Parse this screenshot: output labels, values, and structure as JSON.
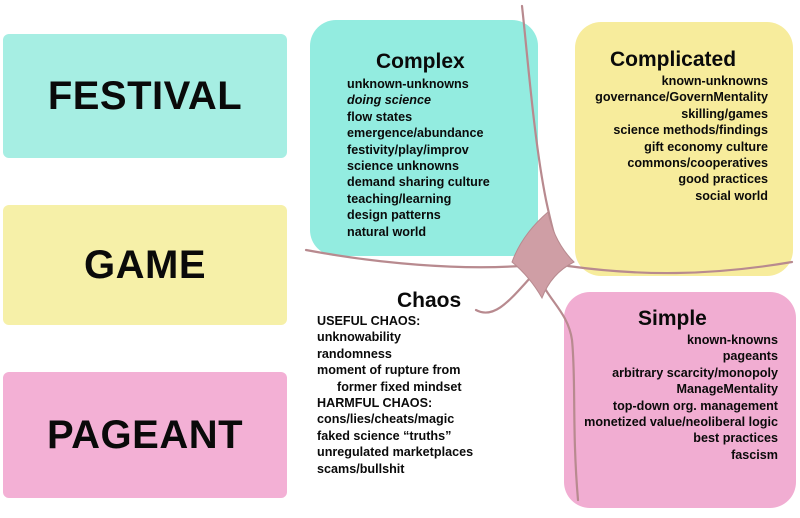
{
  "left_labels": {
    "festival": "FESTIVAL",
    "game": "GAME",
    "pageant": "PAGEANT"
  },
  "domains": {
    "complex": {
      "title": "Complex",
      "items": [
        "unknown-unknowns",
        "doing science",
        "flow states",
        "emergence/abundance",
        "festivity/play/improv",
        "science unknowns",
        "demand sharing culture",
        "teaching/learning",
        "design patterns",
        "natural world"
      ]
    },
    "complicated": {
      "title": "Complicated",
      "items": [
        "known-unknowns",
        "governance/GovernMentality",
        "skilling/games",
        "science methods/findings",
        "gift economy culture",
        "commons/cooperatives",
        "good practices",
        "social world"
      ]
    },
    "chaos": {
      "title": "Chaos",
      "items": [
        "USEFUL CHAOS:",
        "unknowability",
        "randomness",
        "moment of rupture from",
        "former fixed mindset",
        "HARMFUL CHAOS:",
        "cons/lies/cheats/magic",
        "faked science “truths”",
        "unregulated marketplaces",
        "scams/bullshit"
      ]
    },
    "simple": {
      "title": "Simple",
      "items": [
        "known-knowns",
        "pageants",
        "arbitrary scarcity/monopoly",
        "ManageMentality",
        "top-down org. management",
        "monetized value/neoliberal logic",
        "best practices",
        "fascism"
      ]
    }
  },
  "colors": {
    "teal": "#93ece0",
    "yellow": "#f7ec9c",
    "pink": "#f1add2",
    "line": "#b88a8f"
  }
}
